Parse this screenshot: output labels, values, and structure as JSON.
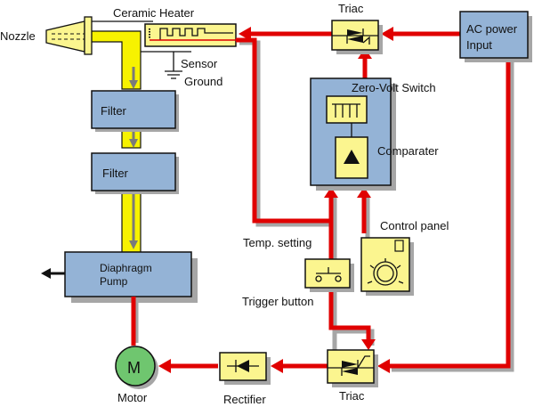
{
  "diagram": {
    "title": "Heated nozzle control system",
    "colors": {
      "wire": "#e00000",
      "pipe": "#f7f200",
      "block": "#94b3d6",
      "component": "#fbf58f",
      "motor": "#6fc66f",
      "shadow": "#a6a6a6"
    },
    "labels": {
      "nozzle": "Nozzle",
      "ceramic_heater": "Ceramic Heater",
      "sensor": "Sensor",
      "ground": "Ground",
      "filter_1": "Filter",
      "filter_2": "Filter",
      "pump_line1": "Diaphragm",
      "pump_line2": "Pump",
      "motor_symbol": "M",
      "motor": "Motor",
      "rectifier": "Rectifier",
      "triac_top": "Triac",
      "triac_bottom": "Triac",
      "ac_line1": "AC power",
      "ac_line2": "Input",
      "zero_volt_switch": "Zero-Volt Switch",
      "comparater": "Comparater",
      "control_panel": "Control panel",
      "temp_setting": "Temp. setting",
      "trigger_button": "Trigger button"
    },
    "connections": [
      {
        "from": "AC power Input",
        "to": "Triac (top)"
      },
      {
        "from": "Triac (top)",
        "to": "Ceramic Heater"
      },
      {
        "from": "Zero-Volt Switch",
        "to": "Triac (top)"
      },
      {
        "from": "Sensor",
        "to": "Comparater"
      },
      {
        "from": "Control panel",
        "to": "Comparater"
      },
      {
        "from": "Trigger button",
        "to": "Triac (bottom)"
      },
      {
        "from": "AC power Input",
        "to": "Triac (bottom)"
      },
      {
        "from": "Triac (bottom)",
        "to": "Rectifier"
      },
      {
        "from": "Rectifier",
        "to": "Motor"
      },
      {
        "from": "Motor",
        "to": "Diaphragm Pump"
      }
    ],
    "air_flow": [
      "Nozzle",
      "Filter",
      "Filter",
      "Diaphragm Pump"
    ]
  }
}
